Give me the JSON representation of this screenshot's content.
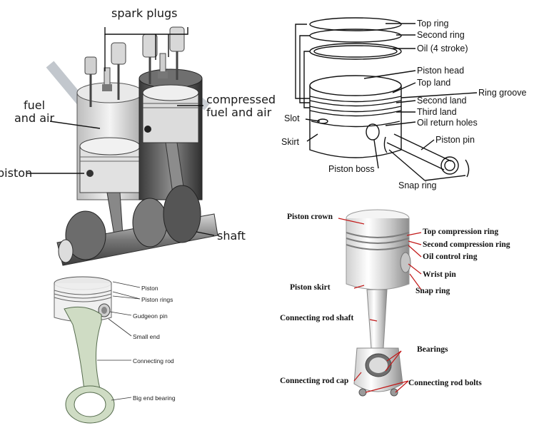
{
  "engine": {
    "spark_plugs": "spark plugs",
    "fuel_and_air": [
      "fuel",
      "and air"
    ],
    "compressed_fuel_and_air": [
      "compressed",
      "fuel and air"
    ],
    "piston": "piston",
    "shaft": "shaft"
  },
  "piston_rings": {
    "top_ring": "Top ring",
    "second_ring": "Second ring",
    "oil_ring": "Oil (4 stroke)",
    "piston_head": "Piston head",
    "top_land": "Top land",
    "ring_groove": "Ring groove",
    "second_land": "Second land",
    "third_land": "Third land",
    "slot": "Slot",
    "oil_return_holes": "Oil return holes",
    "skirt": "Skirt",
    "piston_pin": "Piston pin",
    "piston_boss": "Piston boss",
    "snap_ring": "Snap ring"
  },
  "connecting_rod": {
    "piston": "Piston",
    "piston_rings": "Piston rings",
    "gudgeon_pin": "Gudgeon pin",
    "small_end": "Small end",
    "connecting_rod": "Connecting rod",
    "big_end_bearing": "Big end bearing"
  },
  "piston_assembly": {
    "piston_crown": "Piston crown",
    "top_compression_ring": "Top compression ring",
    "second_compression_ring": "Second compression ring",
    "oil_control_ring": "Oil control ring",
    "wrist_pin": "Wrist pin",
    "piston_skirt": "Piston skirt",
    "snap_ring": "Snap ring",
    "connecting_rod_shaft": "Connecting rod shaft",
    "bearings": "Bearings",
    "connecting_rod_cap": "Connecting rod cap",
    "connecting_rod_bolts": "Connecting rod bolts"
  },
  "colors": {
    "leader_black": "#111111",
    "leader_red": "#c21818",
    "metal_light": "#e6e6e6",
    "metal_dark": "#5a5a5a",
    "rod_green": "#cfdcc4"
  }
}
